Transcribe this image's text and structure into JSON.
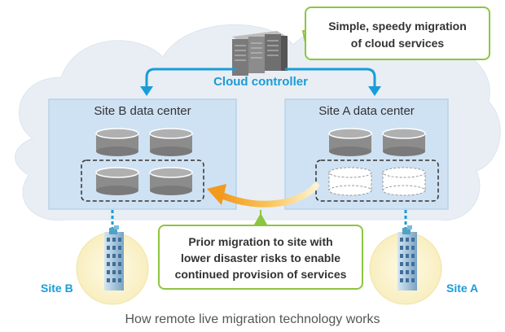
{
  "top_callout": {
    "line1": "Simple, speedy migration",
    "line2": "of cloud services"
  },
  "controller_label": "Cloud controller",
  "site_b_dc_title": "Site B data center",
  "site_a_dc_title": "Site A data center",
  "bottom_callout": {
    "line1": "Prior migration to site with",
    "line2": "lower disaster risks to enable",
    "line3": "continued provision of services"
  },
  "site_b_label": "Site B",
  "site_a_label": "Site A",
  "caption": "How remote live migration technology works",
  "colors": {
    "cloud_fill": "#e8eef4",
    "datacenter_fill": "#cfe2f3",
    "datacenter_border": "#b7d2ea",
    "accent_blue": "#1a9cd8",
    "callout_green": "#8cc63f",
    "arrow_orange": "#f7a823",
    "disk_gray": "#8c8c8c"
  }
}
